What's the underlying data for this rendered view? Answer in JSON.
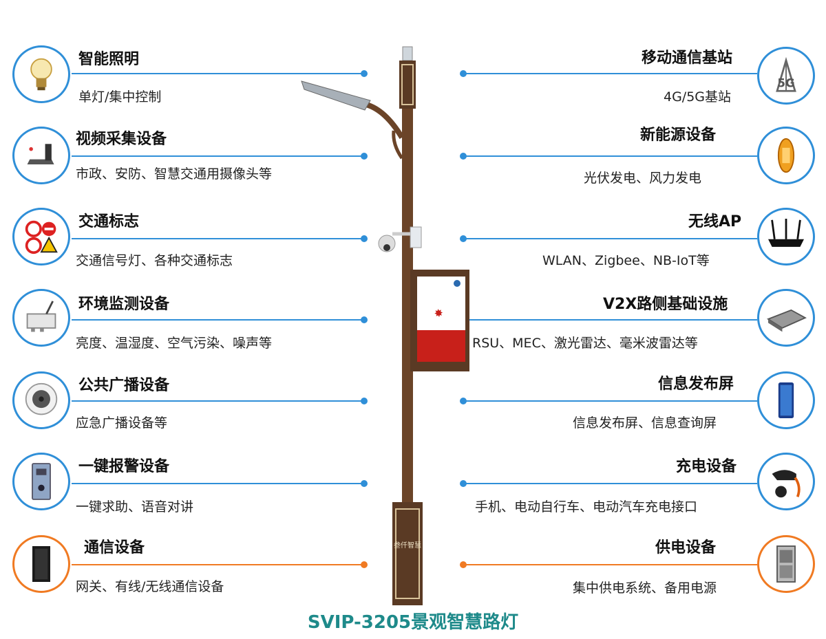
{
  "left_items": [
    {
      "title": "智能照明",
      "desc": "单灯/集中控制",
      "icon": "bulb-icon"
    },
    {
      "title": "视频采集设备",
      "desc": "市政、安防、智慧交通用摄像头等",
      "icon": "camera-icon"
    },
    {
      "title": "交通标志",
      "desc": "交通信号灯、各种交通标志",
      "icon": "traffic-sign-icon"
    },
    {
      "title": "环境监测设备",
      "desc": "亮度、温湿度、空气污染、噪声等",
      "icon": "sensor-icon"
    },
    {
      "title": "公共广播设备",
      "desc": "应急广播设备等",
      "icon": "speaker-icon"
    },
    {
      "title": "一键报警设备",
      "desc": "一键求助、语音对讲",
      "icon": "alarm-icon"
    },
    {
      "title": "通信设备",
      "desc": "网关、有线/无线通信设备",
      "icon": "cabinet-icon"
    }
  ],
  "right_items": [
    {
      "title": "移动通信基站",
      "desc": "4G/5G基站",
      "icon": "base-station-icon"
    },
    {
      "title": "新能源设备",
      "desc": "光伏发电、风力发电",
      "icon": "energy-icon"
    },
    {
      "title": "无线AP",
      "desc": "WLAN、Zigbee、NB-IoT等",
      "icon": "router-icon"
    },
    {
      "title": "V2X路侧基础设施",
      "desc": "RSU、MEC、激光雷达、毫米波雷达等",
      "icon": "rsu-icon"
    },
    {
      "title": "信息发布屏",
      "desc": "信息发布屏、信息查询屏",
      "icon": "screen-icon"
    },
    {
      "title": "充电设备",
      "desc": "手机、电动自行车、电动汽车充电接口",
      "icon": "charger-icon"
    },
    {
      "title": "供电设备",
      "desc": "集中供电系统、备用电源",
      "icon": "power-cabinet-icon"
    }
  ],
  "pole": {
    "base_text": "叁仟智慧"
  },
  "caption": "SVIP-3205景观智慧路灯",
  "colors": {
    "blue": "#2f8fd8",
    "orange": "#f07a22",
    "pole": "#5a3a24",
    "caption": "#1e8a8a"
  }
}
